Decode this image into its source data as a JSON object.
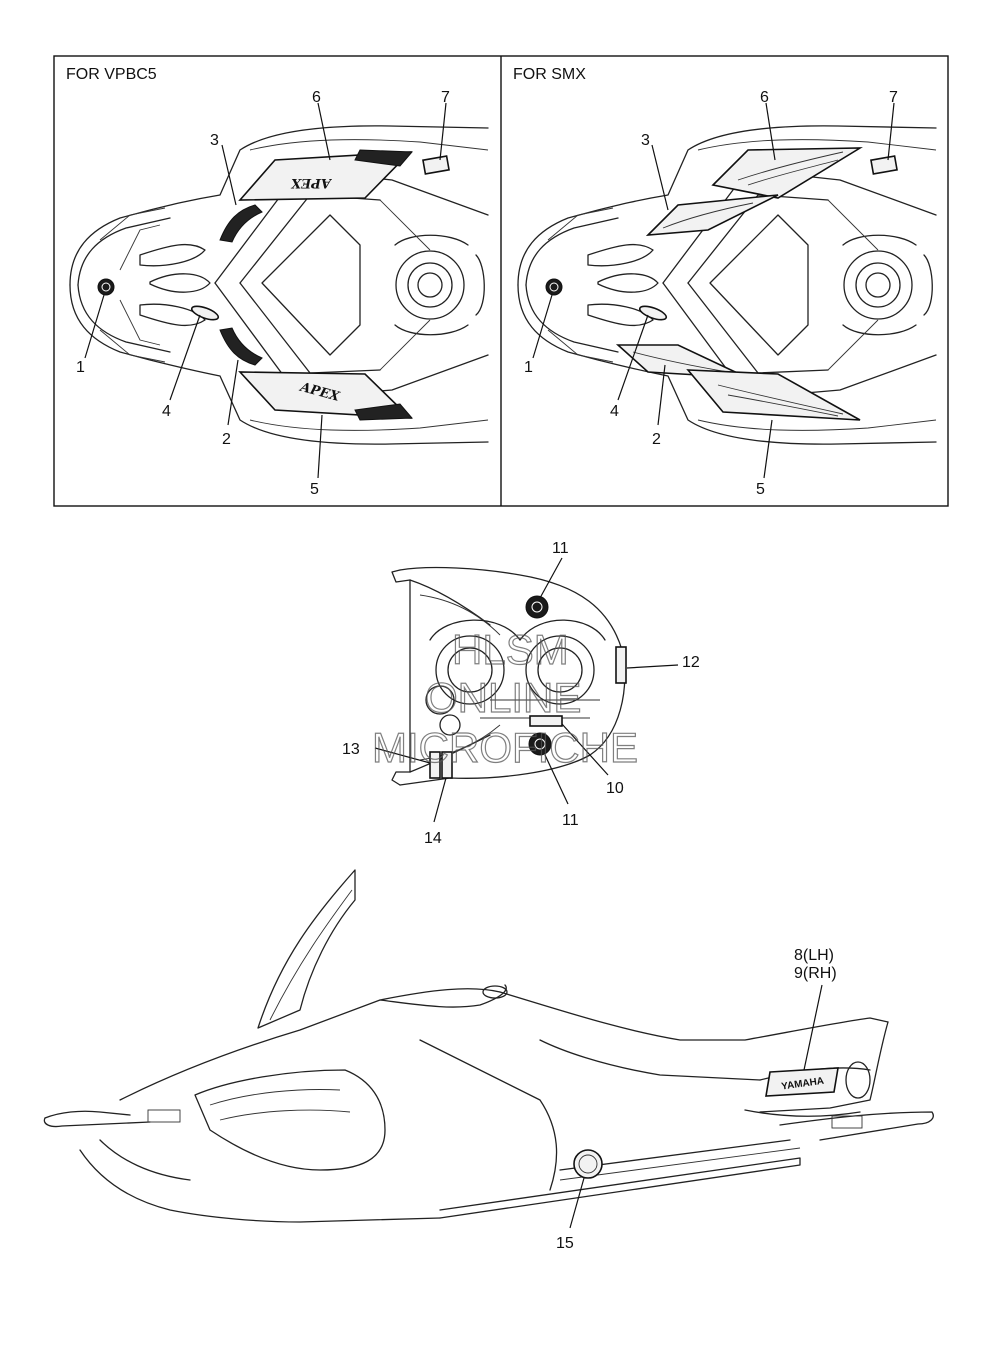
{
  "panels": {
    "left_header": "FOR VPBC5",
    "right_header": "FOR SMX"
  },
  "callouts": {
    "n1": "1",
    "n2": "2",
    "n3": "3",
    "n4": "4",
    "n5": "5",
    "n6": "6",
    "n7": "7",
    "n8": "8(LH)",
    "n9": "9(RH)",
    "n10": "10",
    "n11": "11",
    "n12": "12",
    "n13": "13",
    "n14": "14",
    "n15": "15"
  },
  "decal_text": {
    "apex": "APEX",
    "yamaha": "YAMAHA"
  },
  "watermark": {
    "line1": "HLSM",
    "line2": "ONLINE",
    "line3": "MICROFICHE"
  }
}
